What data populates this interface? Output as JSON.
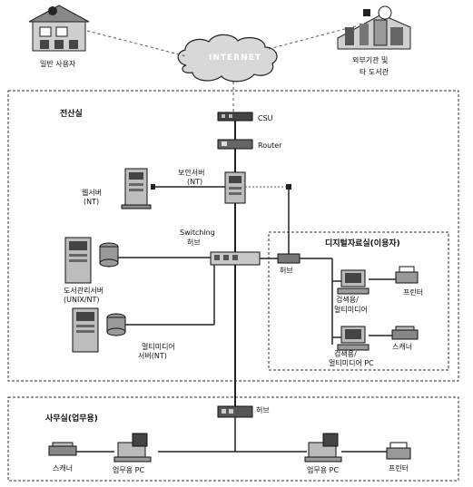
{
  "internet": {
    "cloud_label": "INTERNET"
  },
  "users": {
    "general_user": "일반 사용자",
    "external_line1": "외부기관 및",
    "external_line2": "타 도서관"
  },
  "computer_room": {
    "title": "전산실",
    "csu": "CSU",
    "router": "Router",
    "security_server_line1": "보안서버",
    "security_server_line2": "(NT)",
    "web_server_line1": "웹서버",
    "web_server_line2": "(NT)",
    "switching_hub_line1": "Switching",
    "switching_hub_line2": "허브",
    "library_server_line1": "도서관리서버",
    "library_server_line2": "(UNIX/NT)",
    "multimedia_server_line1": "멀티미디어",
    "multimedia_server_line2": "서버(NT)"
  },
  "digital_room": {
    "title": "디지털자료실(이용자)",
    "hub": "허브",
    "printer": "프린터",
    "search_mm_line1": "검색용/",
    "search_mm_line2": "멀티미디어",
    "scanner": "스캐너",
    "search_mm_pc_line1": "검색용/",
    "search_mm_pc_line2": "멀티미디어 PC"
  },
  "office": {
    "title": "사무실(업무용)",
    "hub": "허브",
    "scanner": "스캐너",
    "work_pc_left": "업무용 PC",
    "work_pc_right": "업무용 PC",
    "printer": "프린터"
  }
}
